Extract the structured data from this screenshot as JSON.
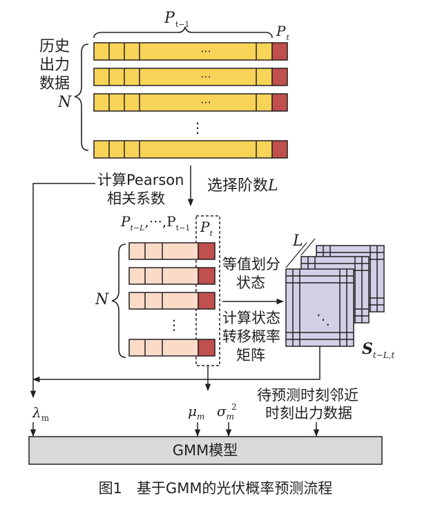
{
  "figure": {
    "caption": "图1　基于GMM的光伏概率预测流程"
  },
  "labels": {
    "p_t_minus_1": "P",
    "p_t_minus_1_sub": "t−1",
    "p_t_top": "P",
    "p_t_top_sub": "t",
    "history_line1": "历史",
    "history_line2": "出力",
    "history_line3": "数据",
    "n_upper": "N",
    "pearson_line1": "计算Pearson",
    "pearson_line2": "相关系数",
    "select_order": "选择阶数",
    "select_order_var": "L",
    "lag_seq_prefix": "P",
    "lag_seq_sub1": "t−L",
    "lag_seq_mid": ",···,P",
    "lag_seq_sub2": "t−1",
    "p_t_mid": "P",
    "p_t_mid_sub": "t",
    "n_lower": "N",
    "l_label": "L",
    "equal_line1": "等值划分",
    "equal_line2": "状态",
    "compute_line1": "计算状态",
    "compute_line2": "转移概率",
    "compute_line3": "矩阵",
    "s_label": "S",
    "s_sub": "t−L,t",
    "lambda": "λ",
    "lambda_sub": "m",
    "mu": "μ",
    "mu_sub": "m",
    "sigma": "σ",
    "sigma_sub": "m",
    "sigma_sup": "2",
    "wait_line1": "待预测时刻邻近",
    "wait_line2": "时刻出力数据",
    "gmm_model": "GMM模型",
    "ellipsis_h": "···",
    "ellipsis_v": "⋮",
    "ellipsis_d": "⋱"
  },
  "colors": {
    "yellow": "#f7d358",
    "red": "#c0504d",
    "salmon": "#fadbc8",
    "matrix": "#d3cfe6",
    "gmm_box": "#d9d9d9",
    "line": "#231f20"
  }
}
